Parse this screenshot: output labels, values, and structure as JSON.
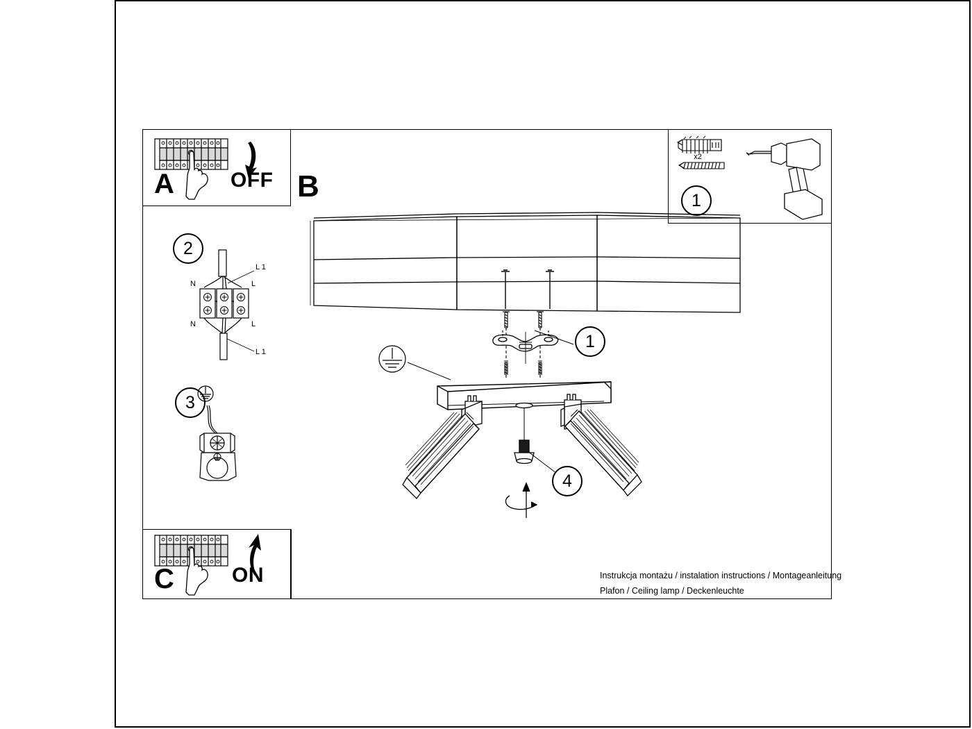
{
  "document": {
    "type": "assembly-instruction-sheet",
    "caption_line1": "Instrukcja montażu / instalation instructions / Montageanleitung",
    "caption_line2": "Plafon / Ceiling lamp / Deckenleuchte"
  },
  "sections": {
    "a": {
      "letter": "A",
      "action_label": "OFF",
      "icon": "breaker-panel-hand-icon",
      "arrow": "arrow-down-curved"
    },
    "b": {
      "letter": "B"
    },
    "c": {
      "letter": "C",
      "action_label": "ON",
      "icon": "breaker-panel-hand-icon",
      "arrow": "arrow-up-curved"
    }
  },
  "steps": [
    {
      "number": "1",
      "location": "top-right-panel",
      "quantity_label": "x2",
      "parts": [
        "wall-plug-icon",
        "screw-icon",
        "power-drill-icon"
      ]
    },
    {
      "number": "1",
      "location": "bracket-callout",
      "parts": [
        "mounting-bracket-icon",
        "screw-icon"
      ]
    },
    {
      "number": "2",
      "location": "left-column",
      "parts": [
        "terminal-block-icon"
      ],
      "wire_labels": {
        "top_right": "L 1",
        "left_upper": "N",
        "right_upper": "L",
        "left_lower": "N",
        "right_lower": "L",
        "bottom_right": "L 1"
      }
    },
    {
      "number": "3",
      "location": "left-column",
      "parts": [
        "earth-terminal-icon"
      ],
      "symbol": "earth-ground-symbol"
    },
    {
      "number": "4",
      "location": "lamp-cap-callout",
      "parts": [
        "decorative-cap-icon"
      ],
      "motion": "rotate-arrow-icon"
    }
  ],
  "main_illustration": {
    "ceiling": {
      "name": "ceiling-panel-perspective",
      "rows": 3,
      "columns": 3
    },
    "fixture": {
      "name": "ceiling-lamp-two-spotlights",
      "spotlight_count": 2
    },
    "ground_symbol": "earth-ground-symbol",
    "callouts": [
      "1",
      "4"
    ]
  }
}
